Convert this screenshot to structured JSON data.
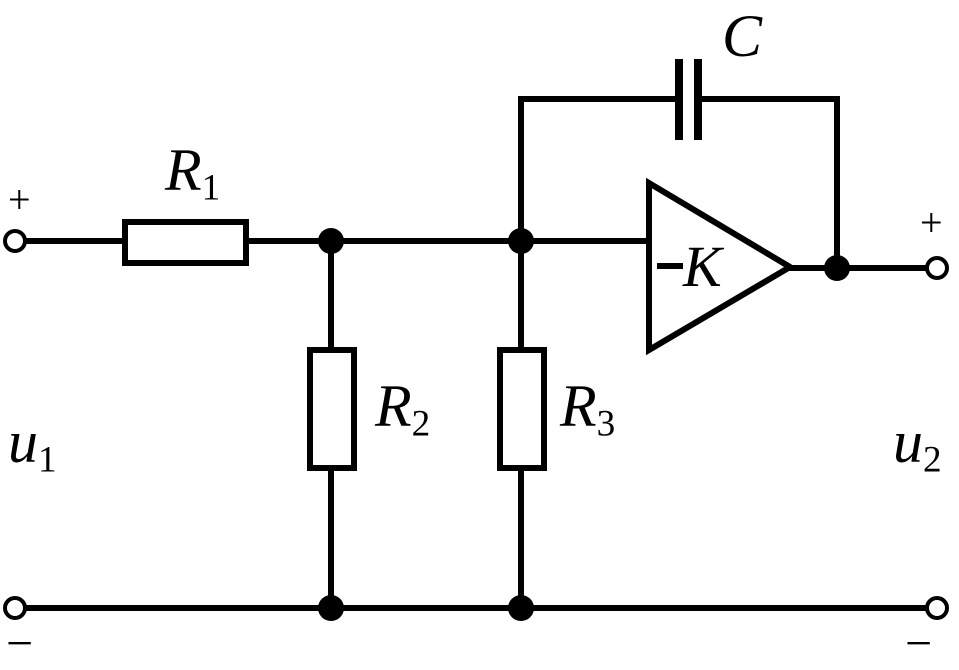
{
  "components": {
    "r1": {
      "symbol": "R",
      "subscript": "1"
    },
    "r2": {
      "symbol": "R",
      "subscript": "2"
    },
    "r3": {
      "symbol": "R",
      "subscript": "3"
    },
    "c": {
      "symbol": "C"
    },
    "amp": {
      "gain": "K"
    }
  },
  "ports": {
    "input": {
      "symbol": "u",
      "subscript": "1",
      "plus": "+",
      "minus": "−"
    },
    "output": {
      "symbol": "u",
      "subscript": "2",
      "plus": "+",
      "minus": "−"
    }
  }
}
